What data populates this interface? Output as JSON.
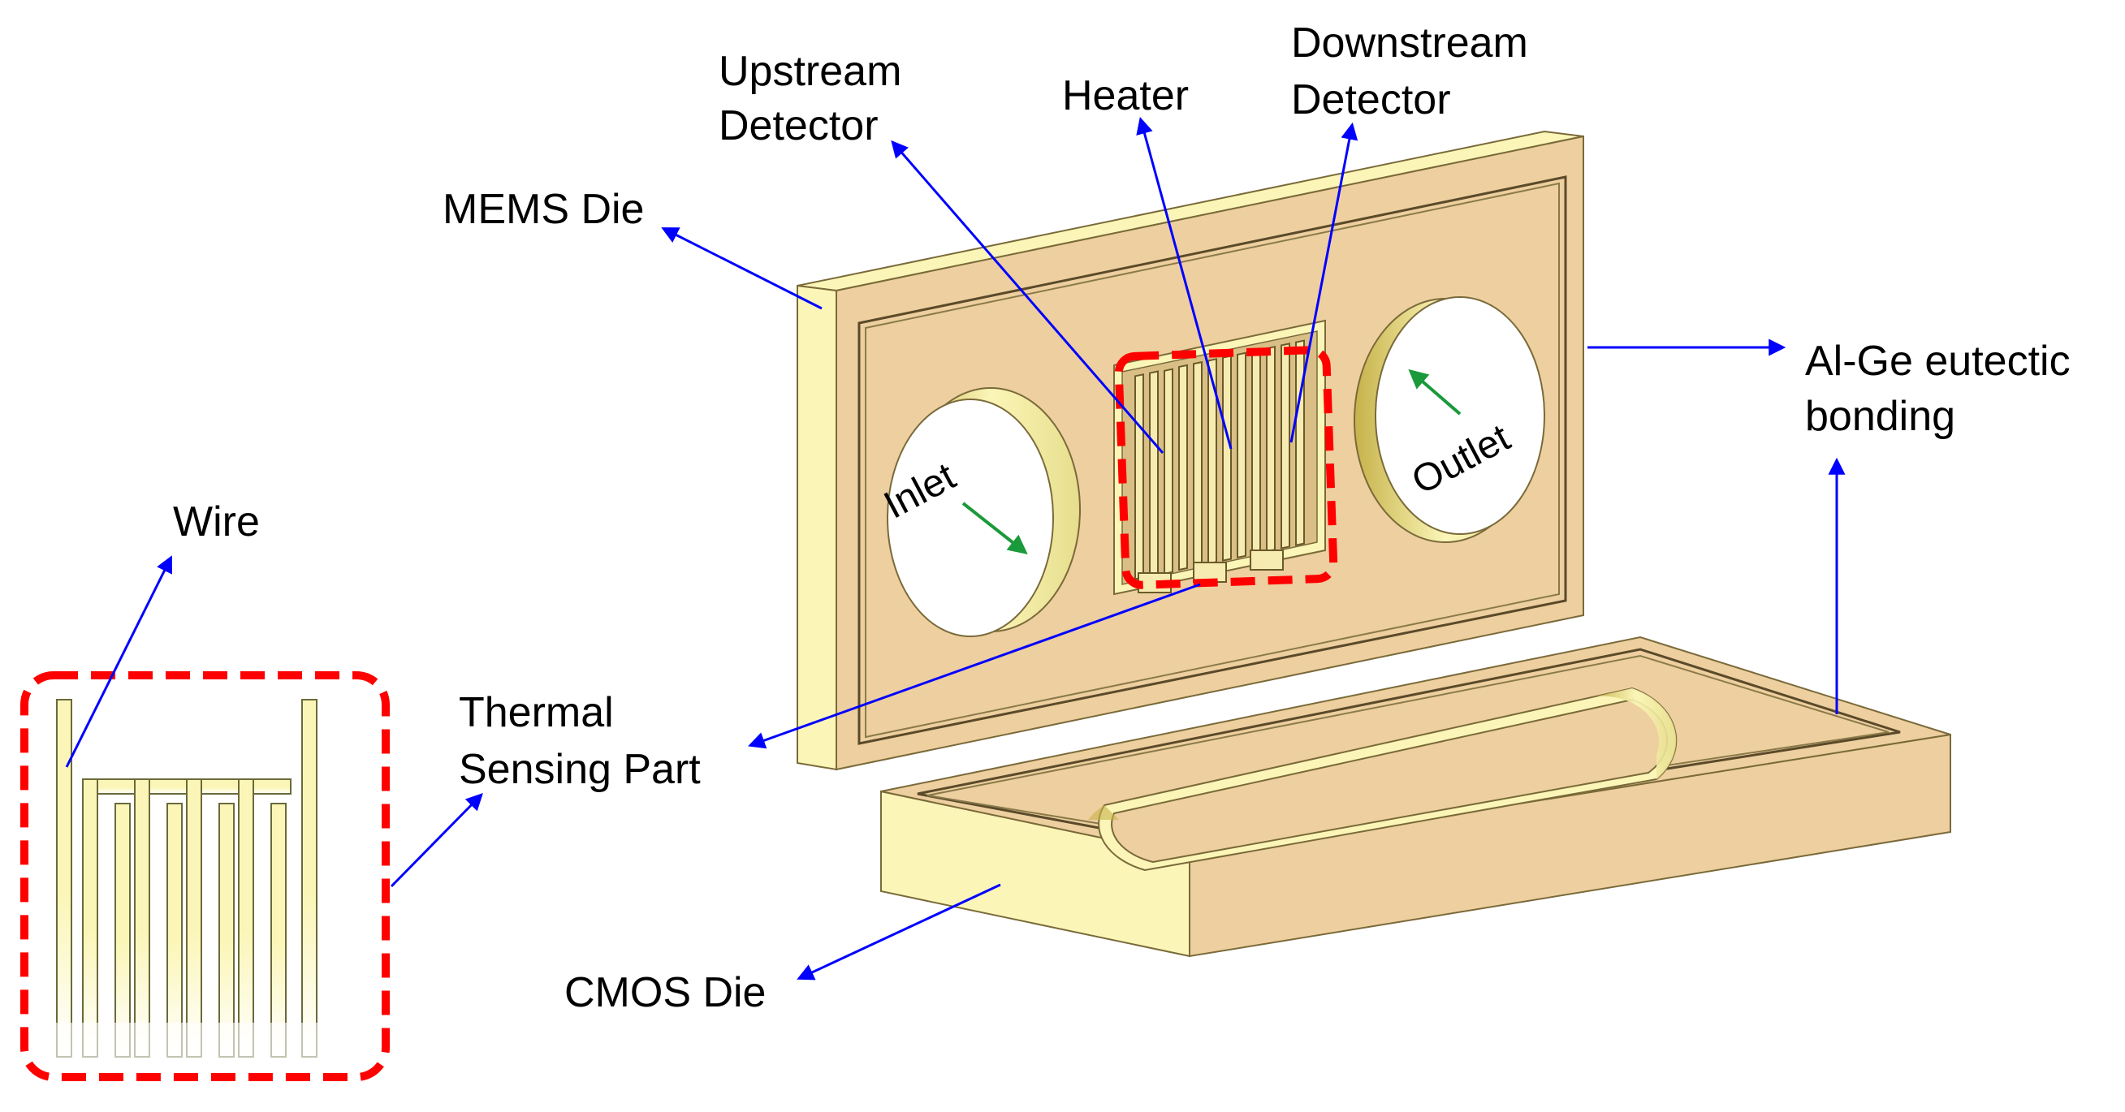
{
  "colors": {
    "die_face": "#eecf9f",
    "die_edge": "#fbf6b8",
    "die_dark": "#c9a873",
    "leader": "#0000ff",
    "flow_arrow": "#1a9a3a",
    "highlight": "#ff0000"
  },
  "labels": {
    "upstream_detector": [
      "Upstream",
      "Detector"
    ],
    "heater": "Heater",
    "downstream_detector": [
      "Downstream",
      "Detector"
    ],
    "mems_die": "MEMS Die",
    "al_ge_bonding": [
      "Al-Ge eutectic",
      "bonding"
    ],
    "wire": "Wire",
    "thermal_sensing_part": [
      "Thermal",
      "Sensing Part"
    ],
    "cmos_die": "CMOS Die",
    "inlet": "Inlet",
    "outlet": "Outlet"
  }
}
